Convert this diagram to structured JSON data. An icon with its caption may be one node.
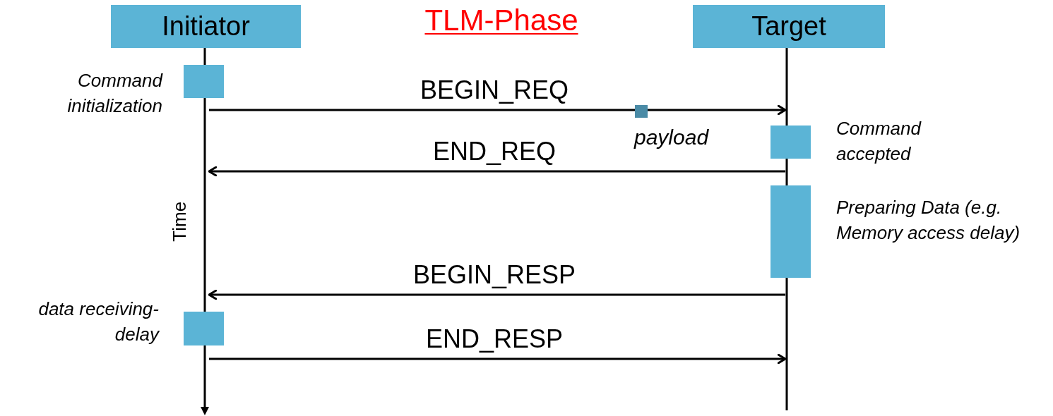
{
  "diagram": {
    "title": "TLM-Phase",
    "nodes": [
      {
        "text": [
          "Initiator"
        ]
      },
      {
        "text": [
          "Target"
        ]
      },
      {
        "text": [],
        "shape": "line"
      },
      {
        "text": [],
        "shape": "line"
      },
      {
        "text": [],
        "shape": "bar",
        "beside": [
          "Command initialization"
        ]
      },
      {
        "text": [],
        "shape": "bar",
        "beside": [
          "Command accepted"
        ]
      },
      {
        "text": [],
        "shape": "bar",
        "beside": [
          "Preparing Data (e.g. Memory access delay)"
        ]
      },
      {
        "text": [],
        "shape": "bar",
        "beside": [
          "data receiving-delay"
        ]
      }
    ],
    "edges": [
      {
        "from": 2,
        "to": 3,
        "arrow": "to",
        "label": "BEGIN_REQ"
      },
      {
        "from": 3,
        "to": 2,
        "arrow": "to",
        "label": "END_REQ"
      },
      {
        "from": 3,
        "to": 2,
        "arrow": "to",
        "label": "BEGIN_RESP"
      },
      {
        "from": 2,
        "to": 3,
        "arrow": "to",
        "label": "END_RESP"
      }
    ],
    "labels": [
      "payload",
      "Time"
    ]
  }
}
